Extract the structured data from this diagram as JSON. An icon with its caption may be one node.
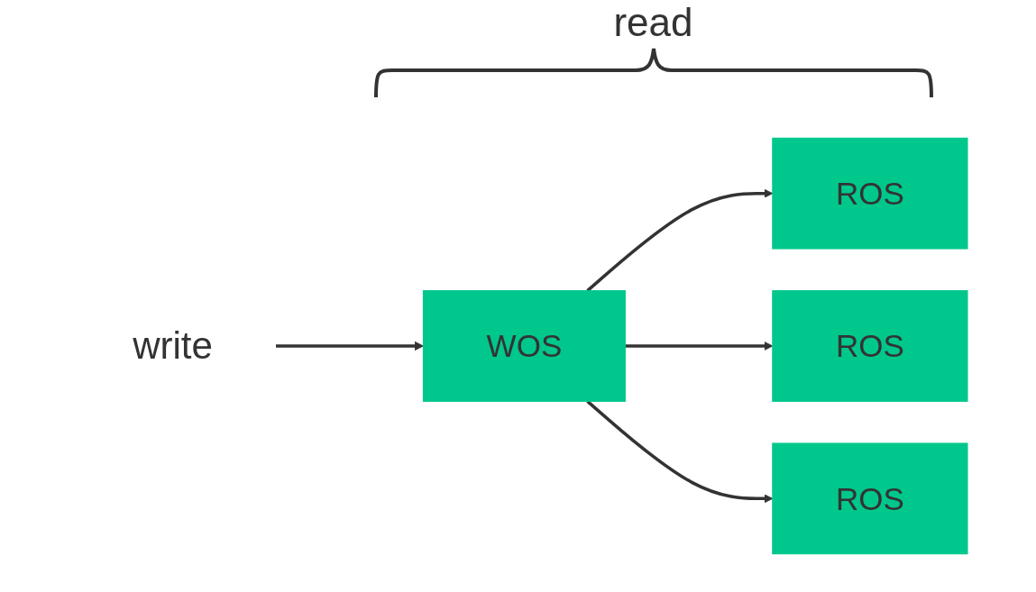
{
  "diagram": {
    "nodes": [
      {
        "text": [
          "write"
        ]
      },
      {
        "text": [
          "WOS"
        ]
      },
      {
        "text": [
          "ROS"
        ]
      },
      {
        "text": [
          "ROS"
        ]
      },
      {
        "text": [
          "ROS"
        ]
      }
    ],
    "edges": [
      {
        "from": 0,
        "to": 1,
        "arrow": "to"
      },
      {
        "from": 1,
        "to": 2,
        "arrow": "to"
      },
      {
        "from": 1,
        "to": 3,
        "arrow": "to"
      },
      {
        "from": 1,
        "to": 4,
        "arrow": "to"
      }
    ],
    "labels": [
      "read"
    ]
  }
}
